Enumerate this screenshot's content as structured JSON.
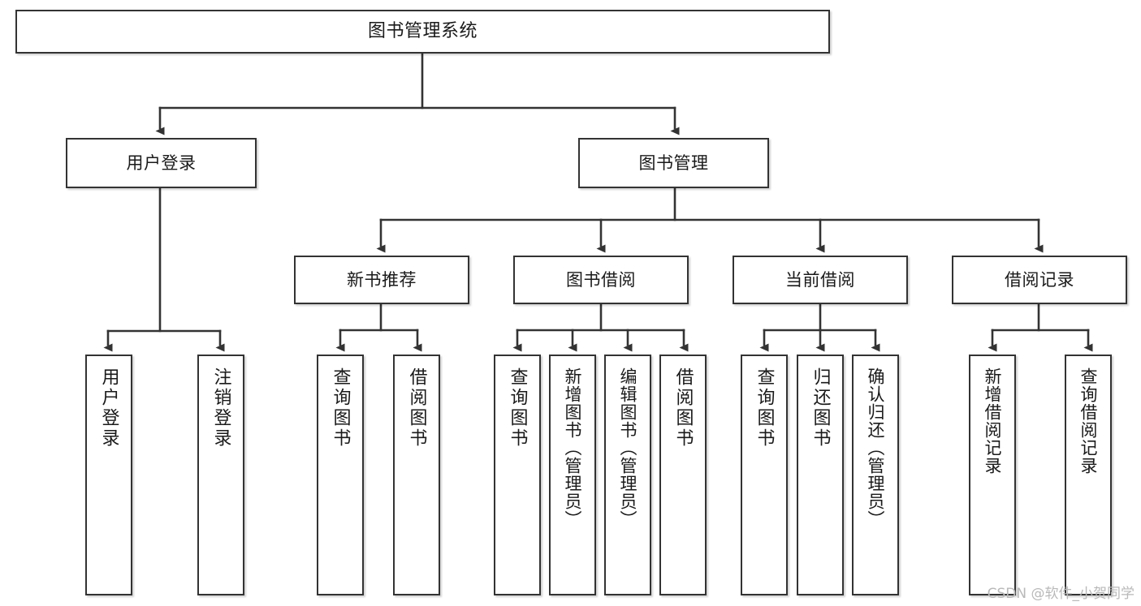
{
  "diagram": {
    "title": "图书管理系统",
    "type": "tree-hierarchy-diagram",
    "watermark": "CSDN @软件_小贺同学",
    "colors": {
      "box_border": "#333333",
      "box_fill": "#ffffff",
      "edge": "#333333",
      "text": "#1a1a1a",
      "watermark": "#b9b9b9"
    },
    "nodes": {
      "root": {
        "label": "图书管理系统",
        "level": 1
      },
      "user_login": {
        "label": "用户登录",
        "level": 2
      },
      "book_manage": {
        "label": "图书管理",
        "level": 2
      },
      "new_book_rec": {
        "label": "新书推荐",
        "level": 3
      },
      "book_borrow": {
        "label": "图书借阅",
        "level": 3
      },
      "current_borrow": {
        "label": "当前借阅",
        "level": 3
      },
      "borrow_record": {
        "label": "借阅记录",
        "level": 3
      },
      "leaf_user_login": {
        "label": "用户登录",
        "level": 4
      },
      "leaf_logout": {
        "label": "注销登录",
        "level": 4
      },
      "leaf_query_book_1": {
        "label": "查询图书",
        "level": 4
      },
      "leaf_borrow_book_1": {
        "label": "借阅图书",
        "level": 4
      },
      "leaf_query_book_2": {
        "label": "查询图书",
        "level": 4
      },
      "leaf_add_book": {
        "label": "新增图书（管理员）",
        "level": 4
      },
      "leaf_edit_book": {
        "label": "编辑图书（管理员）",
        "level": 4
      },
      "leaf_borrow_book_2": {
        "label": "借阅图书",
        "level": 4
      },
      "leaf_query_book_3": {
        "label": "查询图书",
        "level": 4
      },
      "leaf_return_book": {
        "label": "归还图书",
        "level": 4
      },
      "leaf_confirm_return": {
        "label": "确认归还（管理员）",
        "level": 4
      },
      "leaf_add_record": {
        "label": "新增借阅记录",
        "level": 4
      },
      "leaf_query_record": {
        "label": "查询借阅记录",
        "level": 4
      }
    },
    "edges": [
      {
        "from": "root",
        "to": "user_login"
      },
      {
        "from": "root",
        "to": "book_manage"
      },
      {
        "from": "user_login",
        "to": "leaf_user_login"
      },
      {
        "from": "user_login",
        "to": "leaf_logout"
      },
      {
        "from": "book_manage",
        "to": "new_book_rec"
      },
      {
        "from": "book_manage",
        "to": "book_borrow"
      },
      {
        "from": "book_manage",
        "to": "current_borrow"
      },
      {
        "from": "book_manage",
        "to": "borrow_record"
      },
      {
        "from": "new_book_rec",
        "to": "leaf_query_book_1"
      },
      {
        "from": "new_book_rec",
        "to": "leaf_borrow_book_1"
      },
      {
        "from": "book_borrow",
        "to": "leaf_query_book_2"
      },
      {
        "from": "book_borrow",
        "to": "leaf_add_book"
      },
      {
        "from": "book_borrow",
        "to": "leaf_edit_book"
      },
      {
        "from": "book_borrow",
        "to": "leaf_borrow_book_2"
      },
      {
        "from": "current_borrow",
        "to": "leaf_query_book_3"
      },
      {
        "from": "current_borrow",
        "to": "leaf_return_book"
      },
      {
        "from": "current_borrow",
        "to": "leaf_confirm_return"
      },
      {
        "from": "borrow_record",
        "to": "leaf_add_record"
      },
      {
        "from": "borrow_record",
        "to": "leaf_query_record"
      }
    ]
  }
}
